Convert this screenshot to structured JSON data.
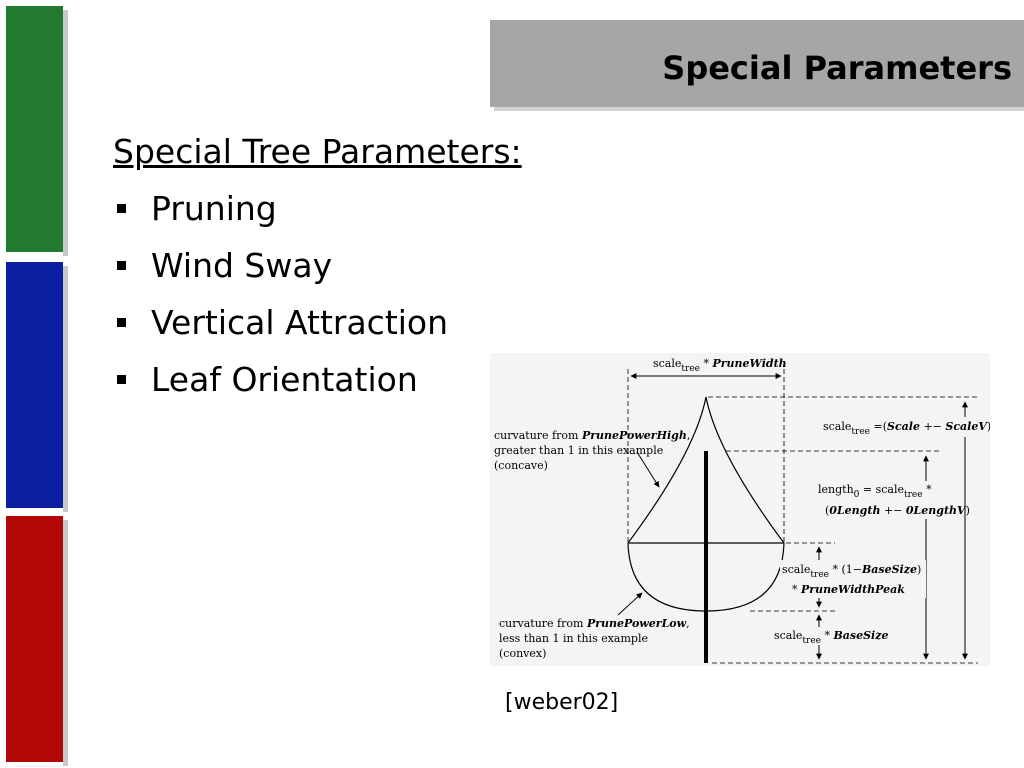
{
  "slide": {
    "title": "Special Parameters",
    "subtitle": "Special Tree Parameters:",
    "bullets": [
      "Pruning",
      "Wind Sway",
      "Vertical Attraction",
      "Leaf Orientation"
    ],
    "citation": "[weber02]"
  },
  "figure": {
    "top_label": {
      "prefix": "scale",
      "sub": "tree",
      "op": " * ",
      "param": "PruneWidth"
    },
    "scale_label": {
      "prefix": "scale",
      "sub": "tree",
      "eq": " =(",
      "p1": "Scale",
      "pm": " +− ",
      "p2": "ScaleV",
      "close": ")"
    },
    "length_label": {
      "prefix": "length",
      "sub0": "0",
      "eq": " = scale",
      "sub": "tree",
      "op": " *",
      "open": "(",
      "p1": "0Length",
      "pm": " +− ",
      "p2": "0LengthV",
      "close": ")"
    },
    "peak_label": {
      "prefix": "scale",
      "sub": "tree",
      "op": " * (1−",
      "p1": "BaseSize",
      "close": ")",
      "op2": "* ",
      "p2": "PruneWidthPeak"
    },
    "base_label": {
      "prefix": "scale",
      "sub": "tree",
      "op": " * ",
      "p1": "BaseSize"
    },
    "high_note": {
      "pre": "curvature from ",
      "param": "PrunePowerHigh",
      "post": ",",
      "line2": "greater than 1 in this example",
      "line3": "(concave)"
    },
    "low_note": {
      "pre": "curvature from ",
      "param": "PrunePowerLow",
      "post": ",",
      "line2": "less than 1 in this example",
      "line3": "(convex)"
    },
    "colors": {
      "background": "#f4f4f4",
      "lines": "#000000"
    }
  },
  "colors": {
    "bar_green": "#217a2f",
    "bar_blue": "#0b1fa0",
    "bar_red": "#b20808",
    "title_box": "#a6a6a6"
  }
}
